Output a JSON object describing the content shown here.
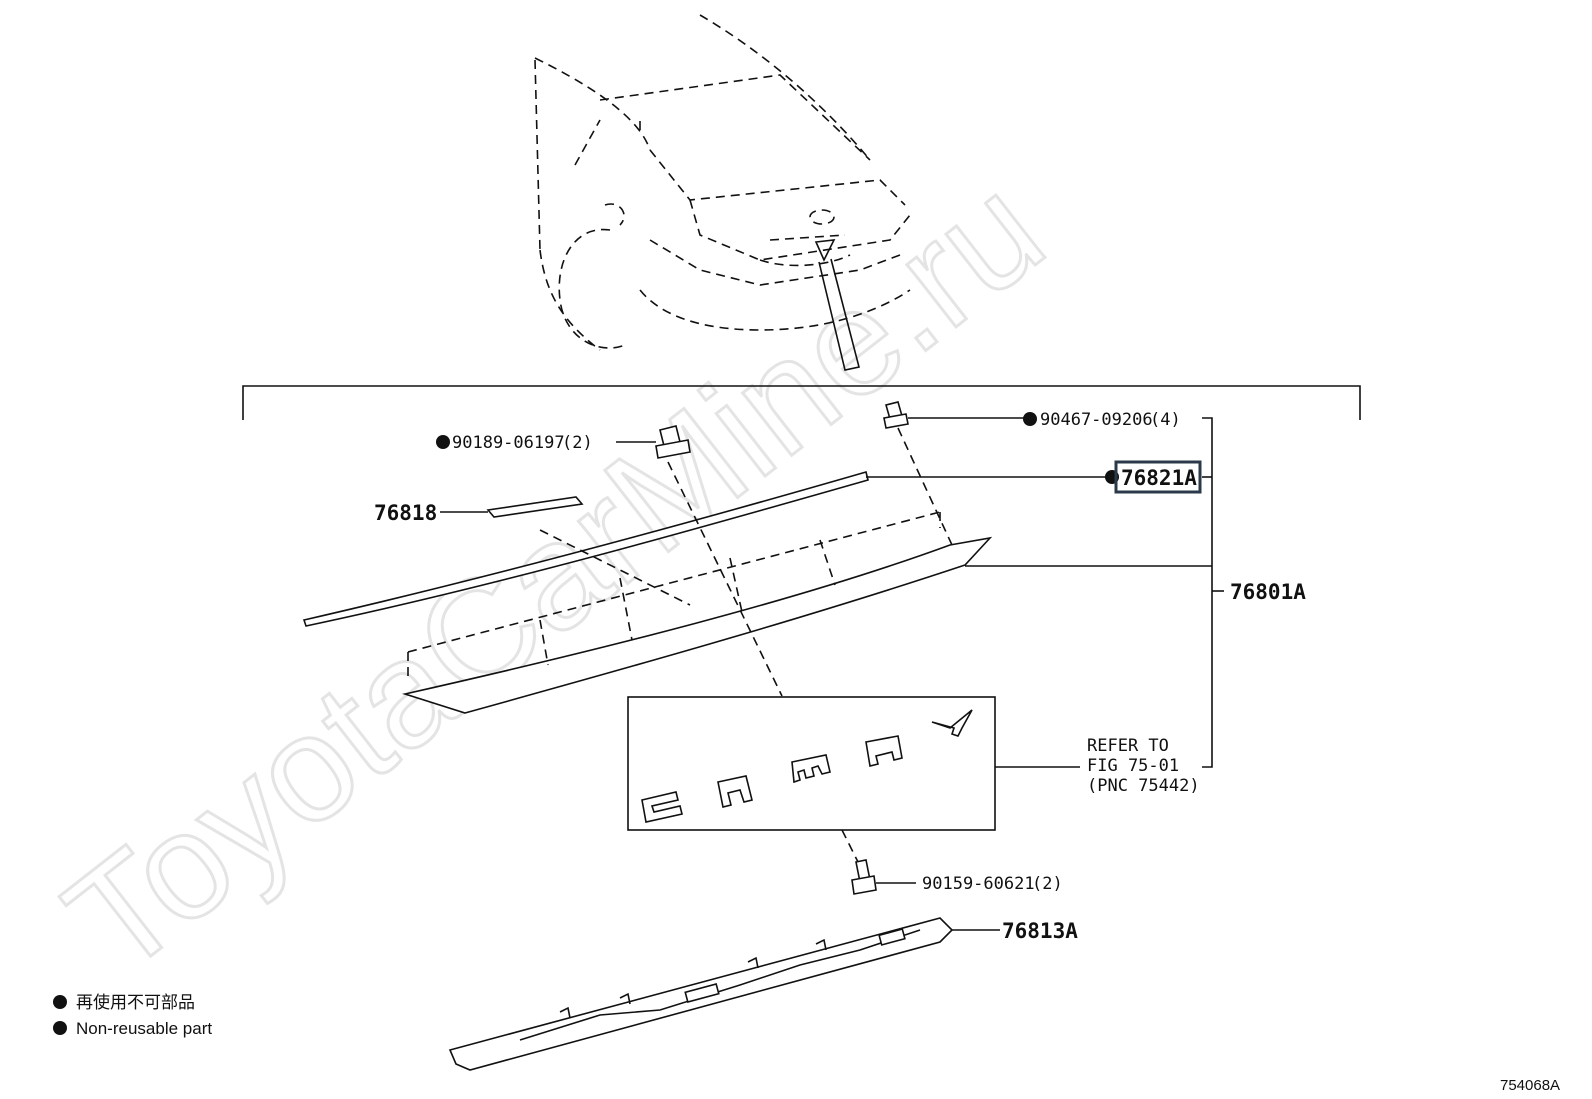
{
  "watermark": "ToyotaCarMine.ru",
  "figure_id": "754068A",
  "callouts": {
    "p1": {
      "code": "90189-06197",
      "qty": "(2)",
      "non_reusable": true
    },
    "p2": {
      "code": "90467-09206",
      "qty": "(4)",
      "non_reusable": true
    },
    "p3": {
      "code": "76821A",
      "non_reusable": true,
      "highlighted": true
    },
    "p4": {
      "code": "76818"
    },
    "p5": {
      "code": "76801A"
    },
    "p6": {
      "code": "90159-60621",
      "qty": "(2)"
    },
    "p7": {
      "code": "76813A"
    }
  },
  "refer": {
    "line1": "REFER TO",
    "line2": "FIG 75-01",
    "line3": "(PNC 75442)"
  },
  "emblem_letters": "CAMRY",
  "legend": {
    "jp": "再使用不可部品",
    "en": "Non-reusable part"
  }
}
